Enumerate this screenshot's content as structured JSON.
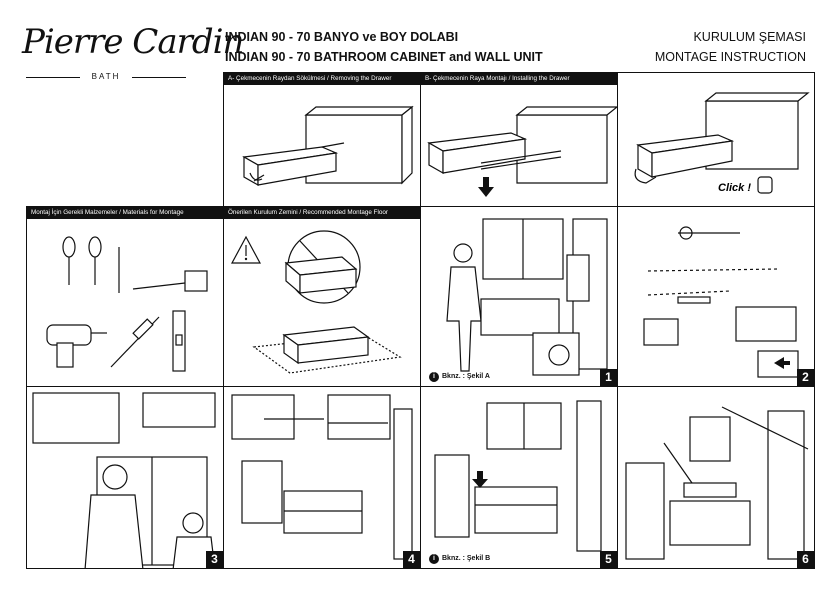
{
  "brand": {
    "name": "Pierre Cardin",
    "sub": "BATH"
  },
  "header": {
    "title_tr": "INDIAN 90 - 70 BANYO ve BOY DOLABI",
    "title_en": "INDIAN 90 - 70 BATHROOM CABINET and WALL UNIT",
    "doc_tr": "KURULUM ŞEMASI",
    "doc_en": "MONTAGE INSTRUCTION"
  },
  "sections": {
    "A": "A- Çekmecenin Raydan Sökülmesi / Removing the Drawer",
    "B": "B- Çekmecenin Raya Montajı / Installing the Drawer",
    "materials": "Montaj İçin Gerekli Malzemeler / Materials for Montage",
    "floor": "Önerilen Kurulum Zemini / Recommended Montage Floor"
  },
  "labels": {
    "click": "Click !"
  },
  "steps": [
    "1",
    "2",
    "3",
    "4",
    "5",
    "6"
  ],
  "notes": {
    "step1": "Bknz. : Şekil A",
    "step5": "Bknz. : Şekil B"
  },
  "icons": [
    "info-icon",
    "warning-icon",
    "prohibited-icon",
    "arrow-icon",
    "screwdriver-icon",
    "drill-icon",
    "caulk-gun-icon",
    "spirit-level-icon",
    "tape-measure-icon",
    "pencil-icon"
  ]
}
